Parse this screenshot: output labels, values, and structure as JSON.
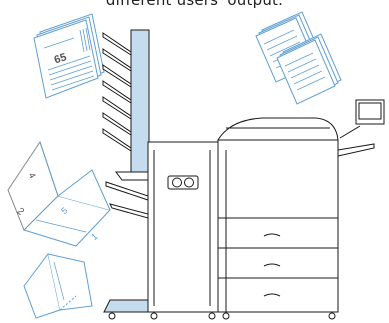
{
  "caption": "different users' output.",
  "booklet": {
    "page_number": "65"
  },
  "fold_sheet": {
    "panel_numbers": [
      "4",
      "2",
      "5",
      "1"
    ]
  },
  "colors": {
    "line": "#1a1a1a",
    "accent_blue": "#5f9fd1",
    "mailbox_fill": "#c5dcee",
    "text_grey": "#555555"
  }
}
